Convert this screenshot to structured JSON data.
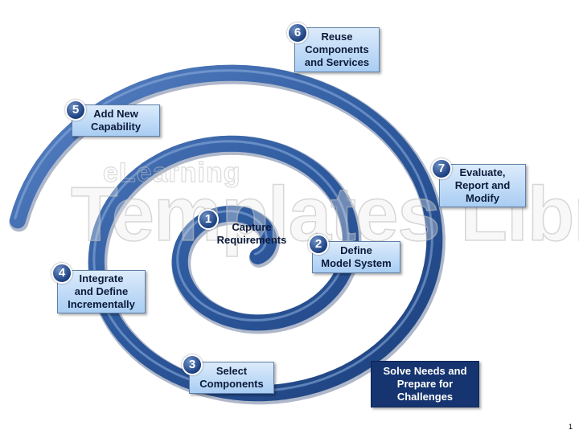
{
  "colors": {
    "spiral": "#2f5b9f",
    "box_fill": "#b9d6f5",
    "box_dark": "#16346f"
  },
  "watermark": {
    "small": "eLearning",
    "big": "Templates Library"
  },
  "steps": [
    {
      "number": "1",
      "label": "Capture\nRequirements"
    },
    {
      "number": "2",
      "label": "Define\nModel System"
    },
    {
      "number": "3",
      "label": "Select\nComponents"
    },
    {
      "number": "4",
      "label": "Integrate\nand Define\nIncrementally"
    },
    {
      "number": "5",
      "label": "Add New\nCapability"
    },
    {
      "number": "6",
      "label": "Reuse\nComponents\nand Services"
    },
    {
      "number": "7",
      "label": "Evaluate,\nReport and\nModify"
    }
  ],
  "final_step": {
    "label": "Solve Needs and\nPrepare for\nChallenges"
  },
  "page_number": "1"
}
